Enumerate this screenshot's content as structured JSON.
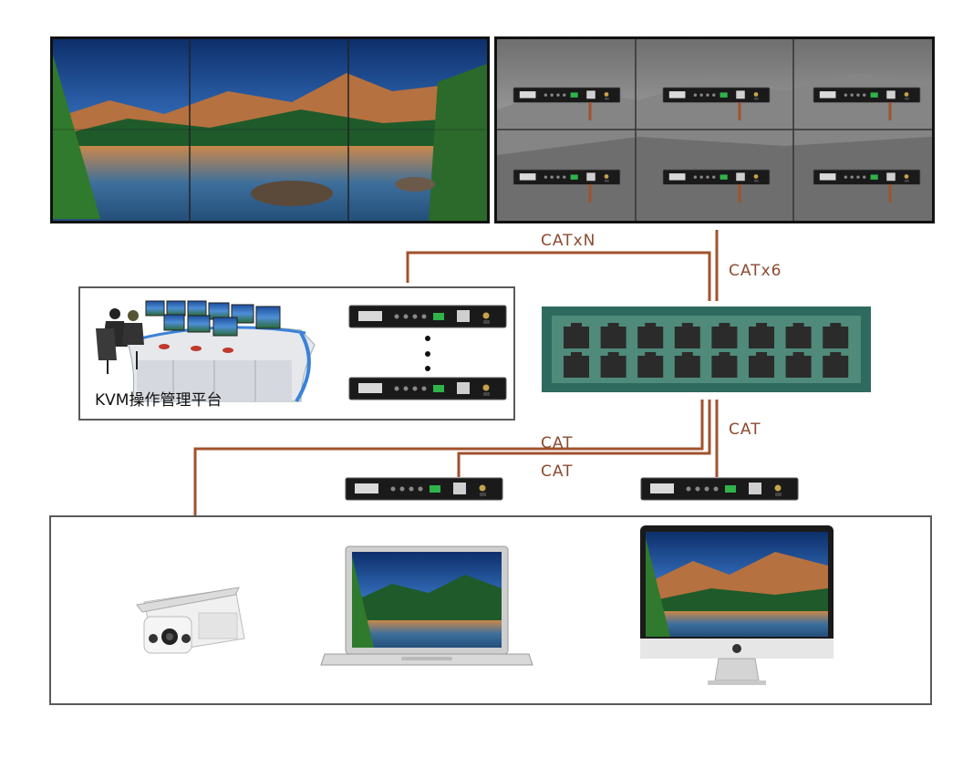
{
  "labels": {
    "cat_top_left": "CATxN",
    "cat_top_right": "CATx6",
    "cat_switch_down": "CAT",
    "cat_camera": "CAT",
    "cat_laptop": "CAT"
  },
  "kvm_platform": {
    "caption": "KVM操作管理平台"
  },
  "colors": {
    "cable": "#a0522d",
    "switch_body": "#2e6b5e",
    "switch_inner": "#4f8a7a",
    "port": "#2b2b2b",
    "frame_border": "#5a5a5a"
  },
  "icons": [
    "video-wall-icon",
    "grayscale-video-wall-icon",
    "kvm-receiver-icon",
    "network-switch-icon",
    "kvm-console-icon",
    "security-camera-icon",
    "laptop-icon",
    "imac-icon"
  ]
}
